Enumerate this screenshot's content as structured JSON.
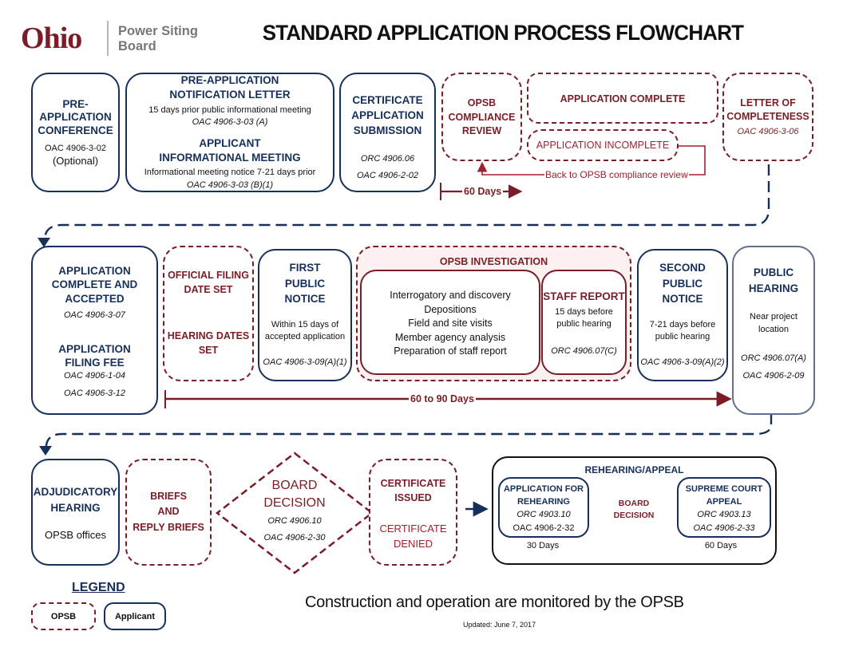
{
  "logo": {
    "state": "Ohio",
    "org_line1": "Power Siting",
    "org_line2": "Board"
  },
  "title": "STANDARD APPLICATION PROCESS FLOWCHART",
  "row1": {
    "pre_app_conf": {
      "l1": "PRE-",
      "l2": "APPLICATION",
      "l3": "CONFERENCE",
      "code": "OAC 4906-3-02",
      "note": "(Optional)"
    },
    "notification": {
      "l1": "PRE-APPLICATION",
      "l2": "NOTIFICATION LETTER",
      "note1": "15 days prior public informational meeting",
      "code1": "OAC 4906-3-03 (A)",
      "l3": "APPLICANT",
      "l4": "INFORMATIONAL MEETING",
      "note2": "Informational meeting notice 7-21 days prior",
      "code2": "OAC 4906-3-03 (B)(1)"
    },
    "cert_submission": {
      "l1": "CERTIFICATE",
      "l2": "APPLICATION",
      "l3": "SUBMISSION",
      "code1": "ORC 4906.06",
      "code2": "OAC 4906-2-02"
    },
    "compliance_review": {
      "l1": "OPSB",
      "l2": "COMPLIANCE",
      "l3": "REVIEW"
    },
    "app_complete": "APPLICATION COMPLETE",
    "app_incomplete": "APPLICATION INCOMPLETE",
    "back_label": "Back to OPSB compliance review",
    "days60": "60 Days",
    "letter": {
      "l1": "LETTER OF",
      "l2": "COMPLETENESS",
      "code": "OAC 4906-3-06"
    }
  },
  "row2": {
    "accepted": {
      "l1": "APPLICATION",
      "l2": "COMPLETE AND",
      "l3": "ACCEPTED",
      "code1": "OAC 4906-3-07",
      "l4": "APPLICATION",
      "l5": "FILING FEE",
      "code2": "OAC 4906-1-04",
      "code3": "OAC 4906-3-12"
    },
    "filing": {
      "l1": "OFFICIAL FILING",
      "l2": "DATE SET",
      "l3": "HEARING DATES",
      "l4": "SET"
    },
    "first_notice": {
      "l1": "FIRST",
      "l2": "PUBLIC",
      "l3": "NOTICE",
      "note1": "Within 15 days of",
      "note2": "accepted application",
      "code": "OAC 4906-3-09(A)(1)"
    },
    "investigation": {
      "title": "OPSB INVESTIGATION",
      "items": [
        "Interrogatory and discovery",
        "Depositions",
        "Field and site visits",
        "Member agency analysis",
        "Preparation of staff report"
      ]
    },
    "staff_report": {
      "title": "STAFF REPORT",
      "note1": "15 days before",
      "note2": "public hearing",
      "code": "ORC 4906.07(C)"
    },
    "second_notice": {
      "l1": "SECOND",
      "l2": "PUBLIC",
      "l3": "NOTICE",
      "note1": "7-21 days before",
      "note2": "public hearing",
      "code": "OAC 4906-3-09(A)(2)"
    },
    "public_hearing": {
      "l1": "PUBLIC",
      "l2": "HEARING",
      "note1": "Near project",
      "note2": "location",
      "code1": "ORC 4906.07(A)",
      "code2": "OAC 4906-2-09"
    },
    "days_label": "60 to 90 Days"
  },
  "row3": {
    "adjudicatory": {
      "l1": "ADJUDICATORY",
      "l2": "HEARING",
      "note": "OPSB offices"
    },
    "briefs": {
      "l1": "BRIEFS",
      "l2": "AND",
      "l3": "REPLY BRIEFS"
    },
    "board": {
      "l1": "BOARD",
      "l2": "DECISION",
      "code1": "ORC 4906.10",
      "code2": "OAC 4906-2-30"
    },
    "certificate": {
      "l1": "CERTIFICATE",
      "l2": "ISSUED",
      "l3": "CERTIFICATE",
      "l4": "DENIED"
    },
    "rehearing": {
      "title": "REHEARING/APPEAL",
      "app_for": {
        "l1": "APPLICATION FOR",
        "l2": "REHEARING",
        "code1": "ORC 4903.10",
        "code2": "OAC 4906-2-32"
      },
      "board": {
        "l1": "BOARD",
        "l2": "DECISION"
      },
      "supreme": {
        "l1": "SUPREME COURT",
        "l2": "APPEAL",
        "code1": "ORC 4903.13",
        "code2": "OAC 4906-2-33"
      },
      "days1": "30 Days",
      "days2": "60 Days"
    }
  },
  "legend": {
    "title": "LEGEND",
    "opsb": "OPSB",
    "applicant": "Applicant"
  },
  "footer": {
    "monitor": "Construction and operation are monitored by the OPSB",
    "updated": "Updated: June 7, 2017"
  },
  "colors": {
    "navy": "#16305a",
    "red": "#7a1d26",
    "bright_red": "#a0222d"
  }
}
